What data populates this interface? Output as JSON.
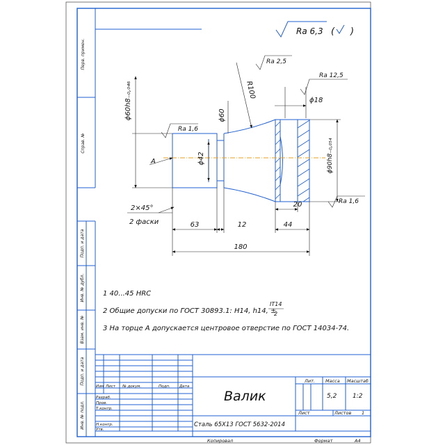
{
  "colors": {
    "part_outline": "#1f5fd0",
    "axis_line": "#e8a020",
    "ink": "#111111"
  },
  "roughness": {
    "general": "Ra 6,3",
    "general_symbol": "check-mark",
    "radius_surface": "Ra 2,5",
    "right_face": "Ra 12,5",
    "left_diameter": "Ra 1,6",
    "right_diameter": "Ra 1,6"
  },
  "dims": {
    "d_left": "ϕ60h8₋₀,₀₄₆",
    "d_mid": "ϕ60",
    "d_bore": "ϕ42",
    "d_right": "ϕ90h8₋₀,₀₅₄",
    "d_18": "ϕ18",
    "radius": "R100",
    "chamfer": "2×45°",
    "chamfer_note": "2 фаски",
    "len_63": "63",
    "len_12": "12",
    "len_44": "44",
    "len_20": "20",
    "len_total": "180",
    "datum": "A"
  },
  "notes": {
    "n1": "1  40...45 HRC",
    "n2": "2  Общие допуски по ГОСТ 30893.1: H14, h14, ±",
    "n2_frac_num": "IT14",
    "n2_frac_den": "2",
    "n3": "3  На торце А допускается центровое отверстие по ГОСТ 14034-74."
  },
  "side_labels": [
    "Перв. примен.",
    "Справ. №",
    "Подп. и дата",
    "Инв. № дубл.",
    "Взам. инв. №",
    "Подп. и дата",
    "Инв. № подл."
  ],
  "title_block": {
    "part_name": "Валик",
    "material": "Сталь 65Х13 ГОСТ 5632-2014",
    "col_izm": "Изм",
    "col_list": "Лист",
    "col_doc": "№ докум.",
    "col_sign": "Подп.",
    "col_date": "Дата",
    "row_razrab": "Разраб.",
    "row_prov": "Пров.",
    "row_tkontr": "Т.контр.",
    "row_nkontr": "Н.контр.",
    "row_utv": "Утв.",
    "lit_label": "Лит.",
    "mass_label": "Масса",
    "scale_label": "Масштаб",
    "mass_value": "5,2",
    "scale_value": "1:2",
    "sheet_label": "Лист",
    "sheets_label": "Листов",
    "sheets_value": "1",
    "copied": "Копировал",
    "format_label": "Формат",
    "format_value": "А4"
  }
}
